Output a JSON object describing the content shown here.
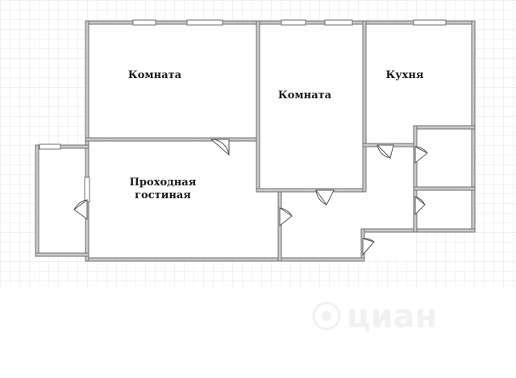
{
  "rooms": {
    "room1": "Комната",
    "room2": "Комната",
    "kitchen": "Кухня",
    "living_line1": "Проходная",
    "living_line2": "гостиная"
  },
  "watermark": "циан",
  "colors": {
    "wall": "#7a7a7a",
    "wall_fill": "#c8c8c8",
    "grid": "#e4e4e4",
    "door": "#555555"
  }
}
